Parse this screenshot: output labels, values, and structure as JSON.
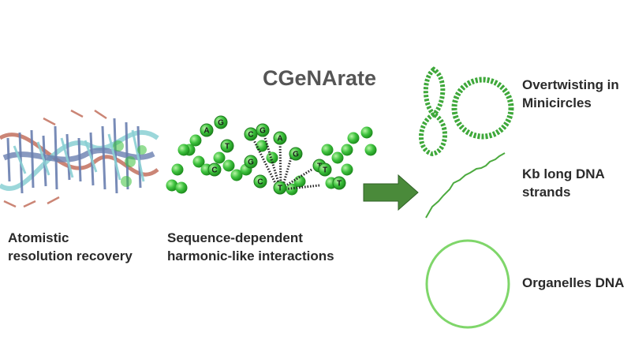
{
  "title": "CGeNArate",
  "labels": {
    "atomistic": "Atomistic\nresolution recovery",
    "sequence": "Sequence-dependent\nharmonic-like interactions",
    "overtwisting": "Overtwisting in\nMinicircles",
    "kb_strands": "Kb long DNA\nstrands",
    "organelles": "Organelles DNA"
  },
  "bead_letters": [
    "A",
    "G",
    "C",
    "G",
    "A",
    "G",
    "T",
    "C",
    "T",
    "C",
    "G",
    "T",
    "T",
    "T"
  ],
  "colors": {
    "bead": "#3ec23e",
    "bead_dark": "#1e8f1e",
    "arrow": "#4a8a3a",
    "strand": "#4caa3f",
    "circle": "#7fd66a",
    "atom_blue": "#6a7fb0",
    "atom_cyan": "#8ad0d4",
    "atom_red": "#c2705e"
  }
}
